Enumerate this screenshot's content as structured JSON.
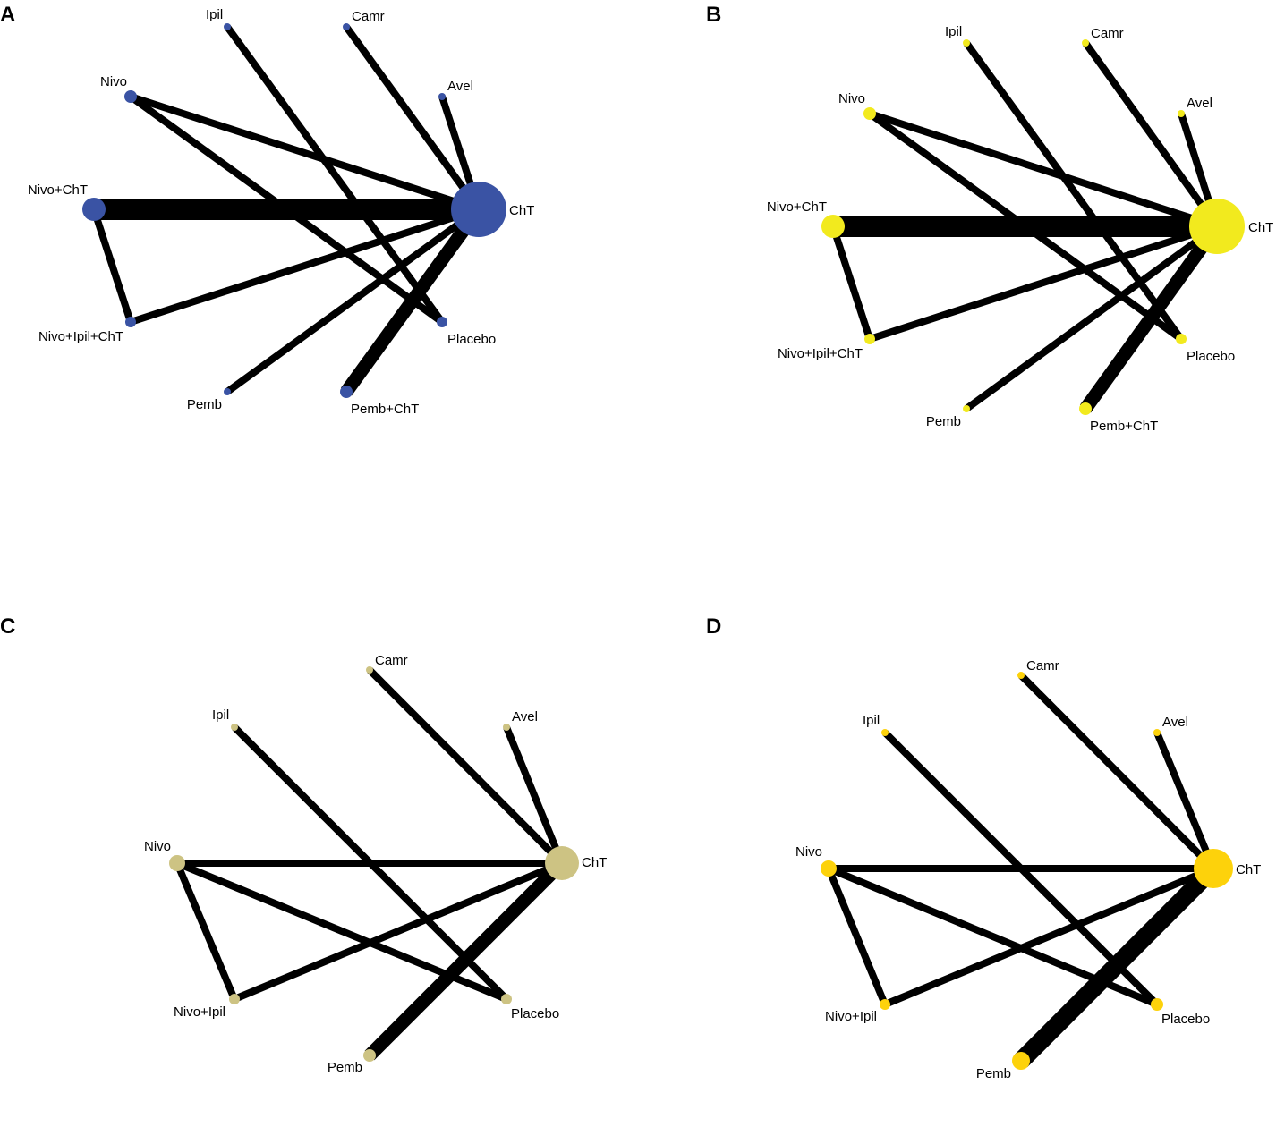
{
  "panels": [
    {
      "letter": "A",
      "color": "#3a53a4",
      "nodes": [
        {
          "id": "Ipil",
          "label": "Ipil"
        },
        {
          "id": "Camr",
          "label": "Camr"
        },
        {
          "id": "Avel",
          "label": "Avel"
        },
        {
          "id": "Nivo",
          "label": "Nivo"
        },
        {
          "id": "NivoChT",
          "label": "Nivo+ChT"
        },
        {
          "id": "ChT",
          "label": "ChT"
        },
        {
          "id": "NivoIpilChT",
          "label": "Nivo+Ipil+ChT"
        },
        {
          "id": "Placebo",
          "label": "Placebo"
        },
        {
          "id": "Pemb",
          "label": "Pemb"
        },
        {
          "id": "PembChT",
          "label": "Pemb+ChT"
        }
      ],
      "edges": [
        {
          "from": "Ipil",
          "to": "Placebo"
        },
        {
          "from": "Camr",
          "to": "ChT"
        },
        {
          "from": "Avel",
          "to": "ChT"
        },
        {
          "from": "Nivo",
          "to": "ChT"
        },
        {
          "from": "Nivo",
          "to": "Placebo"
        },
        {
          "from": "NivoChT",
          "to": "ChT"
        },
        {
          "from": "NivoChT",
          "to": "NivoIpilChT"
        },
        {
          "from": "NivoIpilChT",
          "to": "ChT"
        },
        {
          "from": "Pemb",
          "to": "ChT"
        },
        {
          "from": "PembChT",
          "to": "ChT"
        }
      ]
    },
    {
      "letter": "B",
      "color": "#f2ea1e",
      "nodes": [
        {
          "id": "Ipil",
          "label": "Ipil"
        },
        {
          "id": "Camr",
          "label": "Camr"
        },
        {
          "id": "Avel",
          "label": "Avel"
        },
        {
          "id": "Nivo",
          "label": "Nivo"
        },
        {
          "id": "NivoChT",
          "label": "Nivo+ChT"
        },
        {
          "id": "ChT",
          "label": "ChT"
        },
        {
          "id": "NivoIpilChT",
          "label": "Nivo+Ipil+ChT"
        },
        {
          "id": "Placebo",
          "label": "Placebo"
        },
        {
          "id": "Pemb",
          "label": "Pemb"
        },
        {
          "id": "PembChT",
          "label": "Pemb+ChT"
        }
      ],
      "edges": [
        {
          "from": "Ipil",
          "to": "Placebo"
        },
        {
          "from": "Camr",
          "to": "ChT"
        },
        {
          "from": "Avel",
          "to": "ChT"
        },
        {
          "from": "Nivo",
          "to": "ChT"
        },
        {
          "from": "Nivo",
          "to": "Placebo"
        },
        {
          "from": "NivoChT",
          "to": "ChT"
        },
        {
          "from": "NivoChT",
          "to": "NivoIpilChT"
        },
        {
          "from": "NivoIpilChT",
          "to": "ChT"
        },
        {
          "from": "Pemb",
          "to": "ChT"
        },
        {
          "from": "PembChT",
          "to": "ChT"
        }
      ]
    },
    {
      "letter": "C",
      "color": "#cdc383",
      "nodes": [
        {
          "id": "Camr",
          "label": "Camr"
        },
        {
          "id": "Ipil",
          "label": "Ipil"
        },
        {
          "id": "Avel",
          "label": "Avel"
        },
        {
          "id": "Nivo",
          "label": "Nivo"
        },
        {
          "id": "ChT",
          "label": "ChT"
        },
        {
          "id": "NivoIpil",
          "label": "Nivo+Ipil"
        },
        {
          "id": "Placebo",
          "label": "Placebo"
        },
        {
          "id": "Pemb",
          "label": "Pemb"
        }
      ],
      "edges": [
        {
          "from": "Camr",
          "to": "ChT"
        },
        {
          "from": "Avel",
          "to": "ChT"
        },
        {
          "from": "Ipil",
          "to": "Placebo"
        },
        {
          "from": "Nivo",
          "to": "ChT"
        },
        {
          "from": "Nivo",
          "to": "Placebo"
        },
        {
          "from": "Nivo",
          "to": "NivoIpil"
        },
        {
          "from": "NivoIpil",
          "to": "ChT"
        },
        {
          "from": "Pemb",
          "to": "ChT"
        }
      ]
    },
    {
      "letter": "D",
      "color": "#fdd20b",
      "nodes": [
        {
          "id": "Camr",
          "label": "Camr"
        },
        {
          "id": "Ipil",
          "label": "Ipil"
        },
        {
          "id": "Avel",
          "label": "Avel"
        },
        {
          "id": "Nivo",
          "label": "Nivo"
        },
        {
          "id": "ChT",
          "label": "ChT"
        },
        {
          "id": "NivoIpil",
          "label": "Nivo+Ipil"
        },
        {
          "id": "Placebo",
          "label": "Placebo"
        },
        {
          "id": "Pemb",
          "label": "Pemb"
        }
      ],
      "edges": [
        {
          "from": "Camr",
          "to": "ChT"
        },
        {
          "from": "Avel",
          "to": "ChT"
        },
        {
          "from": "Ipil",
          "to": "Placebo"
        },
        {
          "from": "Nivo",
          "to": "ChT"
        },
        {
          "from": "Nivo",
          "to": "Placebo"
        },
        {
          "from": "Nivo",
          "to": "NivoIpil"
        },
        {
          "from": "NivoIpil",
          "to": "ChT"
        },
        {
          "from": "Pemb",
          "to": "ChT"
        }
      ]
    }
  ]
}
